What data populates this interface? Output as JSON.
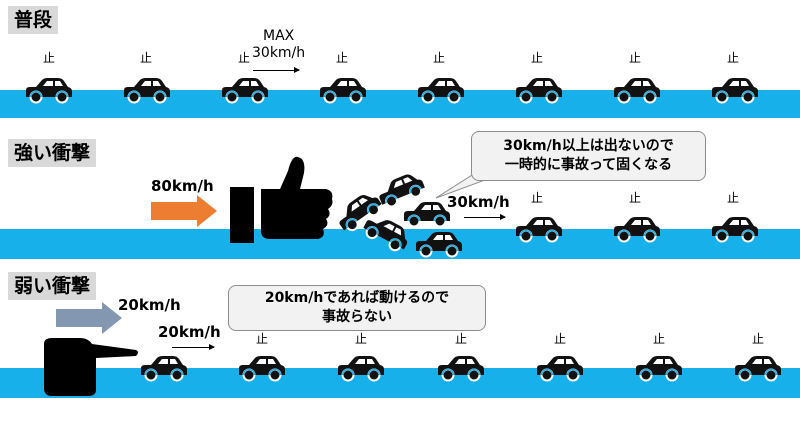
{
  "sections": {
    "normal": {
      "label": "普段"
    },
    "strong": {
      "label": "強い衝撃"
    },
    "weak": {
      "label": "弱い衝撃"
    }
  },
  "normal": {
    "max_label": "MAX",
    "speed": "30km/h",
    "stop_sign": "止"
  },
  "strong": {
    "impact_speed": "80km/h",
    "car_speed": "30km/h",
    "callout_line1": "30km/h以上は出ないので",
    "callout_line2": "一時的に事故って固くなる",
    "stop_sign": "止"
  },
  "weak": {
    "impact_speed": "20km/h",
    "car_speed": "20km/h",
    "callout_line1": "20km/hであれば動けるので",
    "callout_line2": "事故らない",
    "stop_sign": "止"
  },
  "colors": {
    "road": "#17b0ea",
    "strong_arrow": "#ed7d31",
    "weak_arrow": "#8497b0",
    "label_bg": "#d9d9d9",
    "callout_bg": "#f2f2f2"
  },
  "icons": [
    "car-icon",
    "thumbs-up-icon",
    "pointing-hand-icon"
  ]
}
